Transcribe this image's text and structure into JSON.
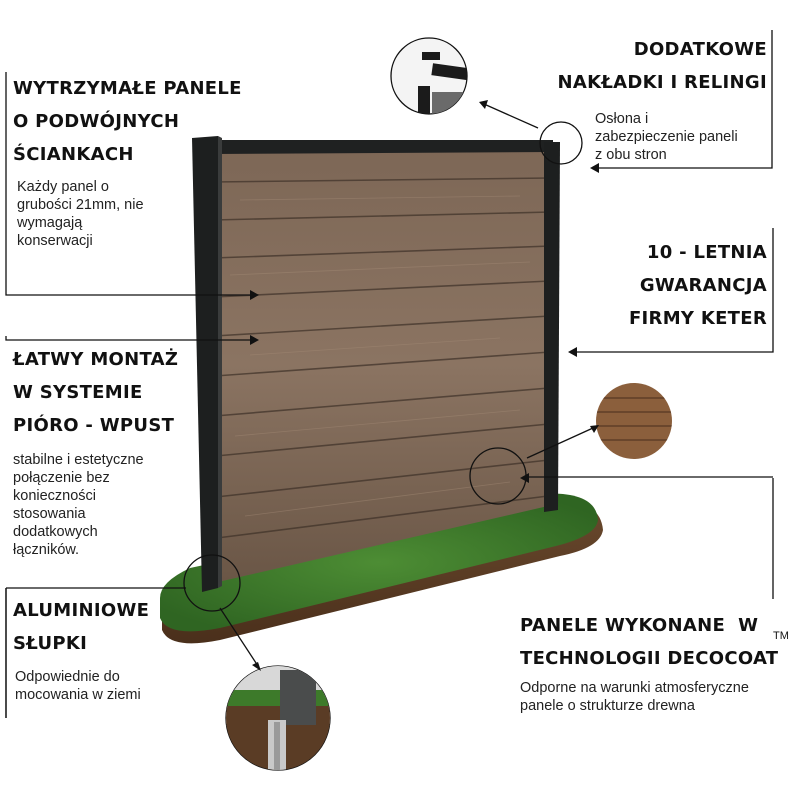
{
  "features": {
    "panels": {
      "title": "WYTRZYMAŁE PANELE\nO PODWÓJNYCH\nŚCIANKACH",
      "desc": "Każdy panel o\ngrubości 21mm, nie\nwymagają\nkonserwacji"
    },
    "caps": {
      "title": "DODATKOWE\nNAKŁADKI I RELINGI",
      "desc": "Osłona i\nzabezpieczenie paneli\nz obu stron"
    },
    "warranty": {
      "title": "10 - LETNIA\nGWARANCJA\nFIRMY KETER"
    },
    "mounting": {
      "title": "ŁATWY MONTAŻ\nW SYSTEMIE\nPIÓRO - WPUST",
      "desc": "stabilne i estetyczne\npołączenie bez\nkonieczności\nstosowania\ndodatkowych\nłączników."
    },
    "posts": {
      "title": "ALUMINIOWE\nSŁUPKI",
      "desc": "Odpowiednie do\nmocowania w ziemi"
    },
    "decocoat": {
      "title": "PANELE WYKONANE  W\nTECHNOLOGII DECOCOAT",
      "tm": "TM",
      "desc": "Odporne na warunki atmosferyczne\npanele o strukturze drewna"
    }
  },
  "colors": {
    "post": "#1d1f1f",
    "wood_light": "#8a7260",
    "wood_dark": "#5e4a3b",
    "grass": "#3f7a2c",
    "soil": "#5a3a22"
  }
}
